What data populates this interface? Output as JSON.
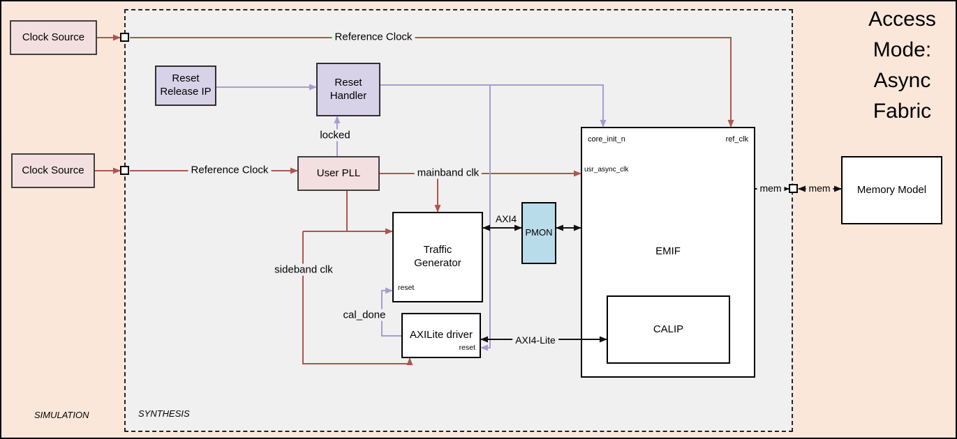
{
  "title": [
    "Access",
    "Mode:",
    "Async",
    "Fabric"
  ],
  "regions": {
    "simulation": "SIMULATION",
    "synthesis": "SYNTHESIS"
  },
  "blocks": {
    "clock_source_1": "Clock Source",
    "clock_source_2": "Clock Source",
    "reset_release_ip": "Reset Release IP",
    "reset_handler": "Reset Handler",
    "user_pll": "User PLL",
    "traffic_generator": "Traffic Generator",
    "axilite_driver": "AXILite driver",
    "pmon": "PMON",
    "emif": "EMIF",
    "calip": "CALIP",
    "memory_model": "Memory Model"
  },
  "pins": {
    "core_init_n": "core_init_n",
    "ref_clk": "ref_clk",
    "usr_async_clk": "usr_async_clk",
    "traffic_generator_reset": "reset",
    "axilite_driver_reset": "reset"
  },
  "wires": {
    "reference_clock_top": "Reference Clock",
    "reference_clock_mid": "Reference Clock",
    "locked": "locked",
    "mainband_clk": "mainband clk",
    "sideband_clk": "sideband clk",
    "cal_done": "cal_done",
    "axi4": "AXI4",
    "axi4_lite": "AXI4-Lite",
    "mem_inner": "mem",
    "mem_outer": "mem"
  },
  "colors": {
    "clock_wire": "#b2534e",
    "reset_wire": "#a89cce",
    "bus_wire": "#111111",
    "clock_box": "#f3dfdf",
    "reset_box": "#d8d2e8",
    "pmon_box": "#b9dcea",
    "simulation_bg": "#fbe7da",
    "synthesis_bg": "#f0f0f0"
  }
}
